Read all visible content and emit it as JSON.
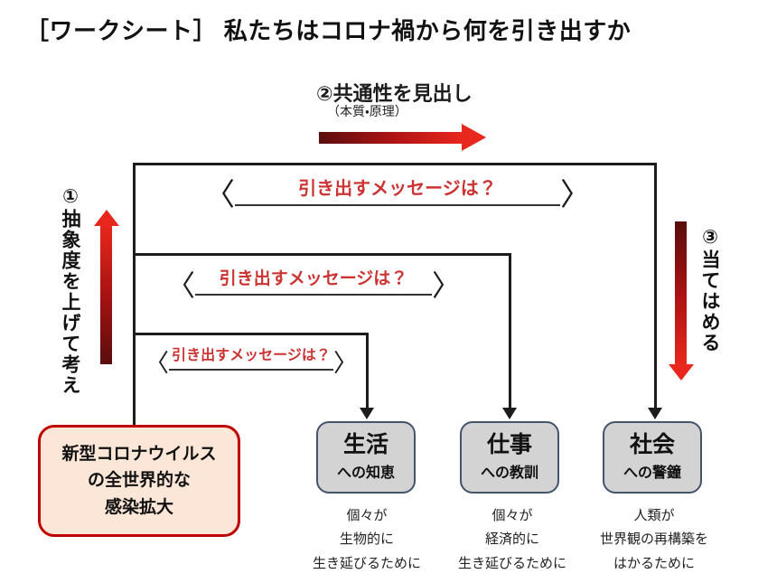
{
  "title": "［ワークシート］ 私たちはコロナ禍から何を引き出すか",
  "steps": {
    "step1": {
      "label": "①抽象度を上げて考え"
    },
    "step2": {
      "label": "②共通性を見出し",
      "sub": "（本質・原理）"
    },
    "step3": {
      "label": "③当てはめる"
    }
  },
  "glyphs": {
    "angle_left": "〈",
    "angle_right": "〉"
  },
  "message_rows": [
    {
      "text": "引き出すメッセージは？"
    },
    {
      "text": "引き出すメッセージは？"
    },
    {
      "text": "引き出すメッセージは？"
    }
  ],
  "source_box": {
    "lines": [
      "新型コロナウイルス",
      "の全世界的な",
      "感染拡大"
    ]
  },
  "category_boxes": [
    {
      "title": "生活",
      "subtitle": "への知恵",
      "caption": [
        "個々が",
        "生物的に",
        "生き延びるために"
      ]
    },
    {
      "title": "仕事",
      "subtitle": "への教訓",
      "caption": [
        "個々が",
        "経済的に",
        "生き延びるために"
      ]
    },
    {
      "title": "社会",
      "subtitle": "への警鐘",
      "caption": [
        "人類が",
        "世界観の再構築を",
        "はかるために"
      ]
    }
  ],
  "colors": {
    "arrow_bright_red": "#e8271d",
    "arrow_dark_red": "#5a0d0d",
    "message_red": "#cc3333",
    "source_border_red": "#c00000",
    "source_fill": "#fbe6d7",
    "category_fill": "#d3d3d3",
    "category_border": "#44546a",
    "line_black": "#1c1c1c"
  }
}
